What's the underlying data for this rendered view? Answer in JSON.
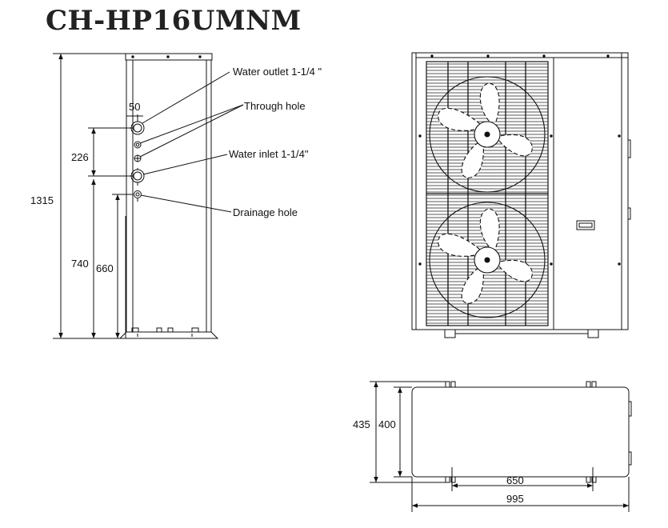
{
  "title": "CH-HP16UMNM",
  "side_view": {
    "callouts": {
      "water_outlet": "Water outlet 1-1/4 \"",
      "through_hole": "Through hole",
      "water_inlet": "Water inlet 1-1/4\"",
      "drainage_hole": "Drainage hole"
    },
    "dimensions": {
      "pipe_offset": "50",
      "pipe_spacing": "226",
      "total_height": "1315",
      "inlet_height": "740",
      "drain_height": "660"
    }
  },
  "top_view": {
    "dimensions": {
      "depth_outer": "435",
      "depth_inner": "400",
      "foot_spacing": "650",
      "total_width": "995"
    }
  }
}
